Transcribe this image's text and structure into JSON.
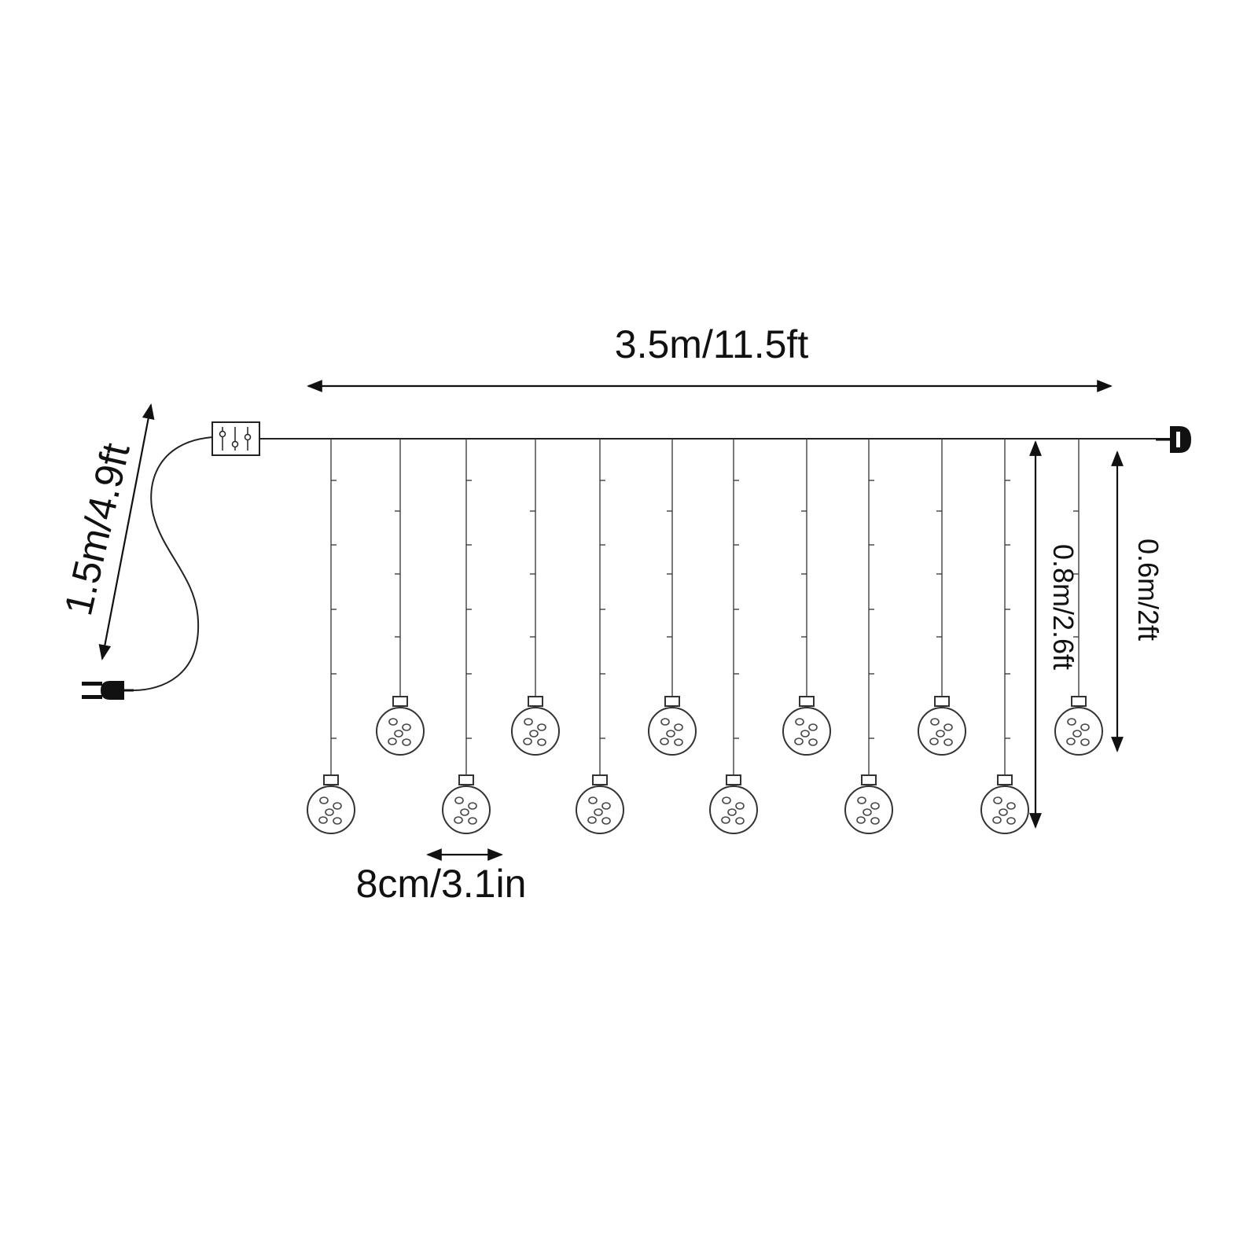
{
  "dimensions": {
    "total_width": "3.5m/11.5ft",
    "lead_cable": "1.5m/4.9ft",
    "ball_spacing": "8cm/3.1in",
    "long_drop": "0.8m/2.6ft",
    "short_drop": "0.6m/2ft"
  },
  "components": {
    "controller": "controller-box",
    "plug": "power-plug",
    "end_connector": "extension-connector",
    "bulb_count": 12
  },
  "colors": {
    "line": "#222222",
    "text": "#111111",
    "background": "#ffffff"
  }
}
